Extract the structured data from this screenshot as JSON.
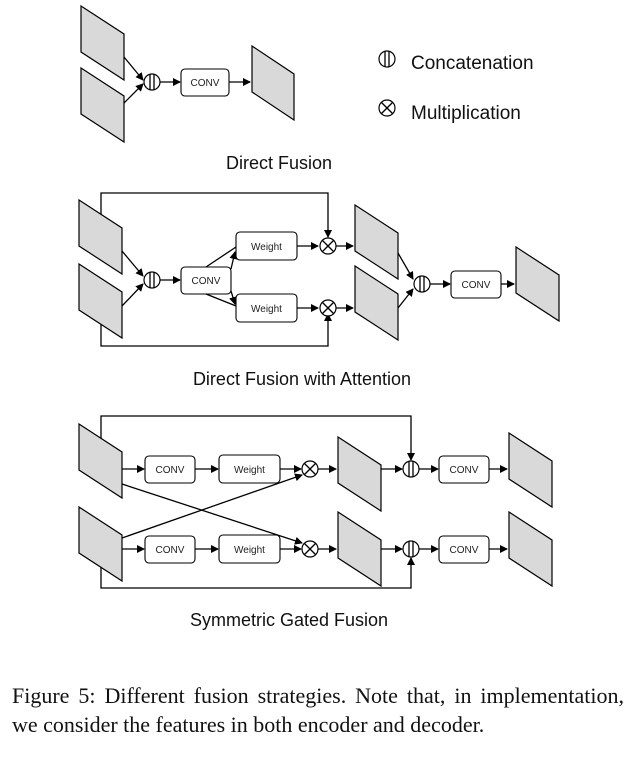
{
  "legend": {
    "concatenation": "Concatenation",
    "multiplication": "Multiplication"
  },
  "blocks": {
    "conv": "CONV",
    "weight": "Weight"
  },
  "titles": {
    "direct_fusion": "Direct Fusion",
    "direct_fusion_attention": "Direct Fusion with Attention",
    "symmetric_gated_fusion": "Symmetric Gated Fusion"
  },
  "caption": "Figure 5: Different fusion strategies. Note that, in implementation, we consider the features in both encoder and decoder."
}
